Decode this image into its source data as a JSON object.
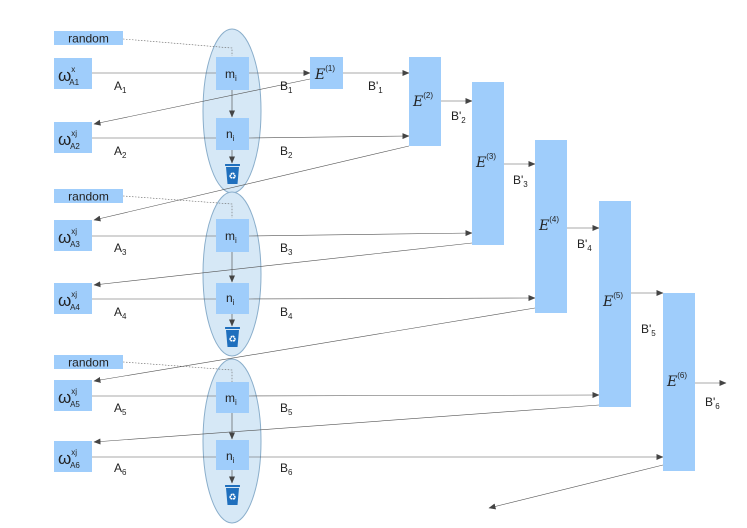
{
  "randomLabel": "random",
  "omega": "ω",
  "sources": [
    {
      "sup": "x",
      "sub": "A1"
    },
    {
      "sup": "xj",
      "sub": "A2"
    },
    {
      "sup": "xj",
      "sub": "A3"
    },
    {
      "sup": "xj",
      "sub": "A4"
    },
    {
      "sup": "xj",
      "sub": "A5"
    },
    {
      "sup": "xj",
      "sub": "A6"
    }
  ],
  "aLabels": [
    {
      "base": "A",
      "sub": "1"
    },
    {
      "base": "A",
      "sub": "2"
    },
    {
      "base": "A",
      "sub": "3"
    },
    {
      "base": "A",
      "sub": "4"
    },
    {
      "base": "A",
      "sub": "5"
    },
    {
      "base": "A",
      "sub": "6"
    }
  ],
  "bLabels": [
    {
      "base": "B",
      "sub": "1"
    },
    {
      "base": "B",
      "sub": "2"
    },
    {
      "base": "B",
      "sub": "3"
    },
    {
      "base": "B",
      "sub": "4"
    },
    {
      "base": "B",
      "sub": "5"
    },
    {
      "base": "B",
      "sub": "6"
    }
  ],
  "node": {
    "m": "m",
    "n": "n",
    "sub": "i"
  },
  "encoders": [
    {
      "base": "E",
      "sup": "(1)"
    },
    {
      "base": "E",
      "sup": "(2)"
    },
    {
      "base": "E",
      "sup": "(3)"
    },
    {
      "base": "E",
      "sup": "(4)"
    },
    {
      "base": "E",
      "sup": "(5)"
    },
    {
      "base": "E",
      "sup": "(6)"
    }
  ],
  "bPrimeLabels": [
    {
      "base": "B'",
      "sub": "1"
    },
    {
      "base": "B'",
      "sub": "2"
    },
    {
      "base": "B'",
      "sub": "3"
    },
    {
      "base": "B'",
      "sub": "4"
    },
    {
      "base": "B'",
      "sub": "5"
    },
    {
      "base": "B'",
      "sub": "6"
    }
  ],
  "icons": {
    "bin": "recycle-bin-icon"
  },
  "colors": {
    "box": "#9fcdfb",
    "ellipse": "#d6e8f6",
    "bin": "#1f6fbd"
  }
}
